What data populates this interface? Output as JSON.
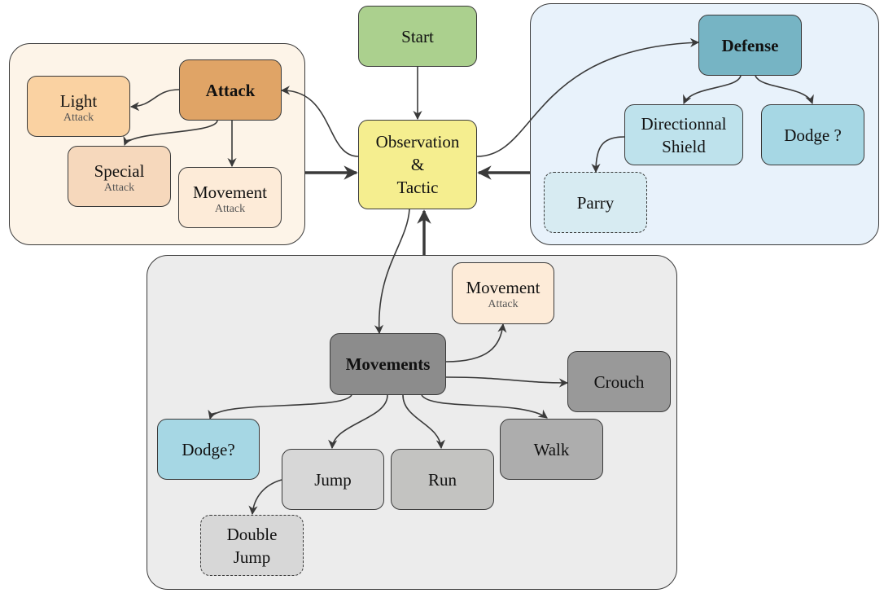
{
  "colors": {
    "edge": "#3a3a3a",
    "attack_group_bg": "#fdf4e8",
    "defense_group_bg": "#e8f2fb",
    "movement_group_bg": "#ececec",
    "start": "#abd08e",
    "observation": "#f5ee8f",
    "attack": "#e0a466",
    "light_attack": "#fad2a2",
    "special_attack": "#f6d8bc",
    "movement_attack": "#fdebd8",
    "defense": "#76b4c4",
    "directional_shield": "#bee2ec",
    "dodge_defense": "#a6d7e4",
    "parry": "#d7ebf2",
    "movements": "#8c8c8c",
    "crouch": "#999999",
    "walk": "#adadad",
    "run": "#c3c3c1",
    "jump": "#d7d7d7",
    "double_jump": "#d7d7d7",
    "dodge_movement": "#a6d7e4"
  },
  "nodes": {
    "start": {
      "label": "Start"
    },
    "observation": {
      "label": "Observation\n&\nTactic"
    },
    "attack": {
      "label": "Attack"
    },
    "light_attack": {
      "label": "Light",
      "sub": "Attack"
    },
    "special_attack": {
      "label": "Special",
      "sub": "Attack"
    },
    "movement_attack": {
      "label": "Movement",
      "sub": "Attack"
    },
    "defense": {
      "label": "Defense"
    },
    "directional_shield": {
      "label": "Directionnal\nShield"
    },
    "dodge_defense": {
      "label": "Dodge ?"
    },
    "parry": {
      "label": "Parry"
    },
    "movements": {
      "label": "Movements"
    },
    "movement_attack_2": {
      "label": "Movement",
      "sub": "Attack"
    },
    "crouch": {
      "label": "Crouch"
    },
    "walk": {
      "label": "Walk"
    },
    "run": {
      "label": "Run"
    },
    "jump": {
      "label": "Jump"
    },
    "double_jump": {
      "label": "Double\nJump"
    },
    "dodge_movement": {
      "label": "Dodge?"
    }
  },
  "edges": [
    {
      "from": "start",
      "to": "observation"
    },
    {
      "from": "observation",
      "to": "attack"
    },
    {
      "from": "observation",
      "to": "defense"
    },
    {
      "from": "observation",
      "to": "movements"
    },
    {
      "from": "attack",
      "to": "light_attack"
    },
    {
      "from": "attack",
      "to": "special_attack"
    },
    {
      "from": "attack",
      "to": "movement_attack"
    },
    {
      "from": "defense",
      "to": "directional_shield"
    },
    {
      "from": "defense",
      "to": "dodge_defense"
    },
    {
      "from": "directional_shield",
      "to": "parry"
    },
    {
      "from": "movements",
      "to": "movement_attack_2"
    },
    {
      "from": "movements",
      "to": "crouch"
    },
    {
      "from": "movements",
      "to": "walk"
    },
    {
      "from": "movements",
      "to": "run"
    },
    {
      "from": "movements",
      "to": "jump"
    },
    {
      "from": "movements",
      "to": "dodge_movement"
    },
    {
      "from": "jump",
      "to": "double_jump"
    },
    {
      "from": "attack-group",
      "to": "observation",
      "style": "thick"
    },
    {
      "from": "defense-group",
      "to": "observation",
      "style": "thick"
    },
    {
      "from": "movement-group",
      "to": "observation",
      "style": "thick"
    }
  ]
}
